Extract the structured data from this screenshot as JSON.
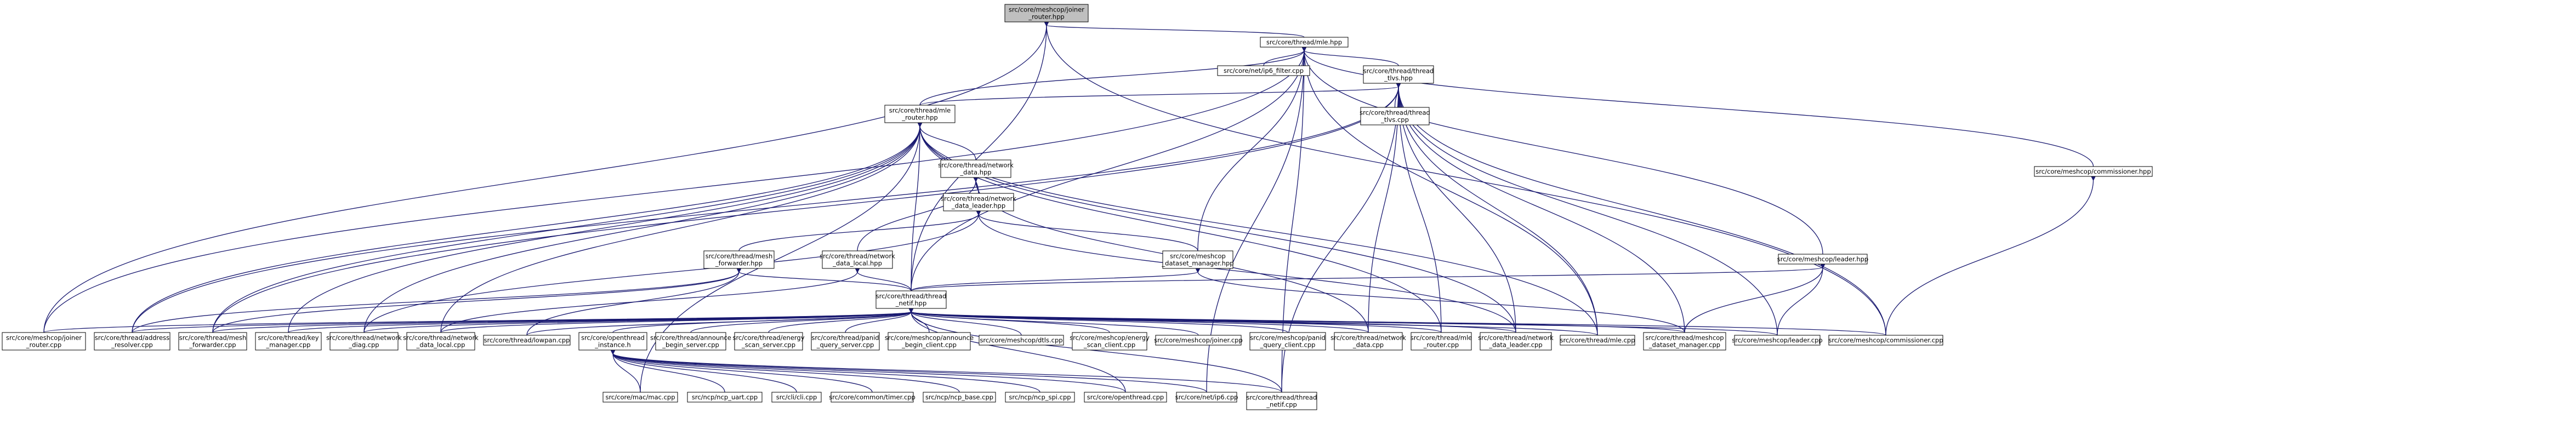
{
  "graph": {
    "title": "",
    "root": "joiner_router_hpp",
    "nodes": [
      {
        "id": "joiner_router_hpp",
        "lines": [
          "src/core/meshcop/joiner",
          "_router.hpp"
        ],
        "root": true
      },
      {
        "id": "mle_hpp",
        "lines": [
          "src/core/thread/mle.hpp"
        ]
      },
      {
        "id": "thread_tlvs_hpp",
        "lines": [
          "src/core/thread/thread",
          "_tlvs.hpp"
        ]
      },
      {
        "id": "mle_router_hpp",
        "lines": [
          "src/core/thread/mle",
          "_router.hpp"
        ]
      },
      {
        "id": "ip6_filter_cpp",
        "lines": [
          "src/core/net/ip6_filter.cpp"
        ]
      },
      {
        "id": "thread_tlvs_cpp",
        "lines": [
          "src/core/thread/thread",
          "_tlvs.cpp"
        ]
      },
      {
        "id": "commissioner_hpp",
        "lines": [
          "src/core/meshcop/commissioner.hpp"
        ]
      },
      {
        "id": "network_data_hpp",
        "lines": [
          "src/core/thread/network",
          "_data.hpp"
        ]
      },
      {
        "id": "network_data_leader_hpp",
        "lines": [
          "src/core/thread/network",
          "_data_leader.hpp"
        ]
      },
      {
        "id": "mesh_forwarder_hpp",
        "lines": [
          "src/core/thread/mesh",
          "_forwarder.hpp"
        ]
      },
      {
        "id": "network_data_local_hpp",
        "lines": [
          "src/core/thread/network",
          "_data_local.hpp"
        ]
      },
      {
        "id": "dataset_manager_hpp",
        "lines": [
          "src/core/meshcop",
          "_dataset_manager.hpp"
        ]
      },
      {
        "id": "leader_hpp",
        "lines": [
          "src/core/meshcop/leader.hpp"
        ]
      },
      {
        "id": "thread_netif_hpp",
        "lines": [
          "src/core/thread/thread",
          "_netif.hpp"
        ]
      },
      {
        "id": "joiner_router_cpp",
        "lines": [
          "src/core/meshcop/joiner",
          "_router.cpp"
        ]
      },
      {
        "id": "address_resolver_cpp",
        "lines": [
          "src/core/thread/address",
          "_resolver.cpp"
        ]
      },
      {
        "id": "mesh_forwarder_cpp",
        "lines": [
          "src/core/thread/mesh",
          "_forwarder.cpp"
        ]
      },
      {
        "id": "key_manager_cpp",
        "lines": [
          "src/core/thread/key",
          "_manager.cpp"
        ]
      },
      {
        "id": "network_diag_cpp",
        "lines": [
          "src/core/thread/network",
          "_diag.cpp"
        ]
      },
      {
        "id": "network_data_local_cpp",
        "lines": [
          "src/core/thread/network",
          "_data_local.cpp"
        ]
      },
      {
        "id": "lowpan_cpp",
        "lines": [
          "src/core/thread/lowpan.cpp"
        ]
      },
      {
        "id": "openthread_instance_h",
        "lines": [
          "src/core/openthread",
          "_instance.h"
        ]
      },
      {
        "id": "announce_begin_server_cpp",
        "lines": [
          "src/core/thread/announce",
          "_begin_server.cpp"
        ]
      },
      {
        "id": "energy_scan_server_cpp",
        "lines": [
          "src/core/thread/energy",
          "_scan_server.cpp"
        ]
      },
      {
        "id": "panid_query_server_cpp",
        "lines": [
          "src/core/thread/panid",
          "_query_server.cpp"
        ]
      },
      {
        "id": "announce_begin_client_cpp",
        "lines": [
          "src/core/meshcop/announce",
          "_begin_client.cpp"
        ]
      },
      {
        "id": "dtls_cpp",
        "lines": [
          "src/core/meshcop/dtls.cpp"
        ]
      },
      {
        "id": "energy_scan_client_cpp",
        "lines": [
          "src/core/meshcop/energy",
          "_scan_client.cpp"
        ]
      },
      {
        "id": "joiner_cpp",
        "lines": [
          "src/core/meshcop/joiner.cpp"
        ]
      },
      {
        "id": "panid_query_client_cpp",
        "lines": [
          "src/core/meshcop/panid",
          "_query_client.cpp"
        ]
      },
      {
        "id": "network_data_cpp",
        "lines": [
          "src/core/thread/network",
          "_data.cpp"
        ]
      },
      {
        "id": "mle_router_cpp",
        "lines": [
          "src/core/thread/mle",
          "_router.cpp"
        ]
      },
      {
        "id": "network_data_leader_cpp",
        "lines": [
          "src/core/thread/network",
          "_data_leader.cpp"
        ]
      },
      {
        "id": "mle_cpp",
        "lines": [
          "src/core/thread/mle.cpp"
        ]
      },
      {
        "id": "dataset_manager_cpp",
        "lines": [
          "src/core/thread/meshcop",
          "_dataset_manager.cpp"
        ]
      },
      {
        "id": "leader_cpp",
        "lines": [
          "src/core/meshcop/leader.cpp"
        ]
      },
      {
        "id": "commissioner_cpp",
        "lines": [
          "src/core/meshcop/commissioner.cpp"
        ]
      },
      {
        "id": "mac_cpp",
        "lines": [
          "src/core/mac/mac.cpp"
        ]
      },
      {
        "id": "ncp_uart_cpp",
        "lines": [
          "src/ncp/ncp_uart.cpp"
        ]
      },
      {
        "id": "cli_cpp",
        "lines": [
          "src/cli/cli.cpp"
        ]
      },
      {
        "id": "timer_cpp",
        "lines": [
          "src/core/common/timer.cpp"
        ]
      },
      {
        "id": "ncp_base_cpp",
        "lines": [
          "src/ncp/ncp_base.cpp"
        ]
      },
      {
        "id": "ncp_spi_cpp",
        "lines": [
          "src/ncp/ncp_spi.cpp"
        ]
      },
      {
        "id": "openthread_cpp",
        "lines": [
          "src/core/openthread.cpp"
        ]
      },
      {
        "id": "ip6_cpp",
        "lines": [
          "src/core/net/ip6.cpp"
        ]
      },
      {
        "id": "thread_netif_cpp",
        "lines": [
          "src/core/thread/thread",
          "_netif.cpp"
        ]
      }
    ]
  }
}
